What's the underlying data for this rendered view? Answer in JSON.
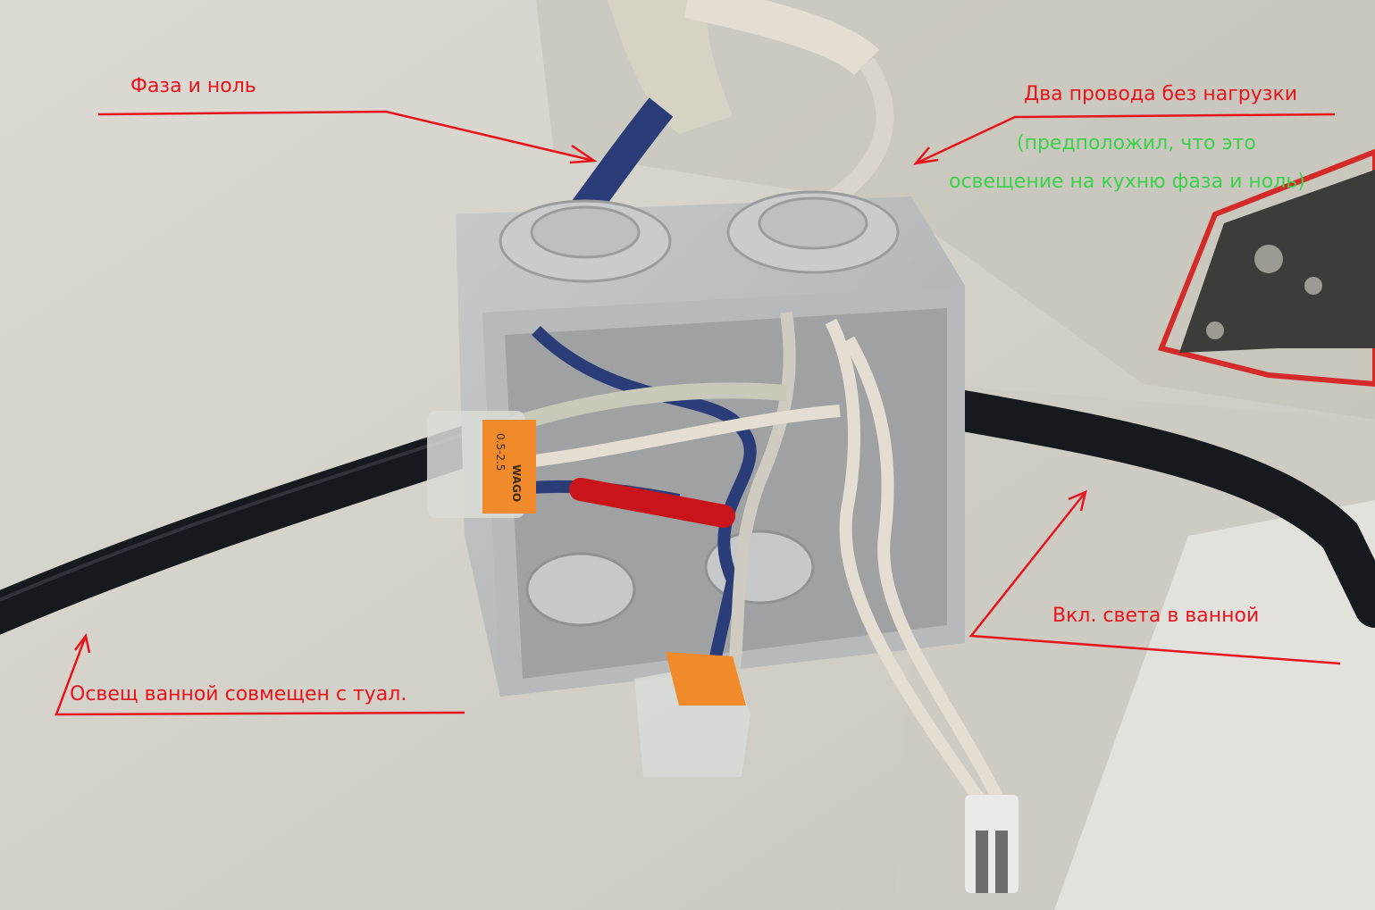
{
  "annotations": {
    "phase_neutral": "Фаза и ноль",
    "two_wires_no_load": "Два провода без нагрузки",
    "assumption_line1": "(предположил, что это",
    "assumption_line2": "освещение на кухню фаза и ноль)",
    "bath_light_switch": "Вкл. света в ванной",
    "bath_light_combined": "Освещ ванной совмещен с туал."
  },
  "connector_marking": "0.5-2.5",
  "connector_brand": "WAGO",
  "colors": {
    "annotation_red": "#e8141c",
    "annotation_green": "#3ad24a",
    "wall": "#d9d7cf",
    "junction_box": "#b9bbbc",
    "cable_black": "#16191d",
    "wire_blue": "#2b3d78",
    "wire_white": "#e4ded2",
    "tape_red": "#c8141a",
    "connector_orange": "#f08a2a"
  }
}
